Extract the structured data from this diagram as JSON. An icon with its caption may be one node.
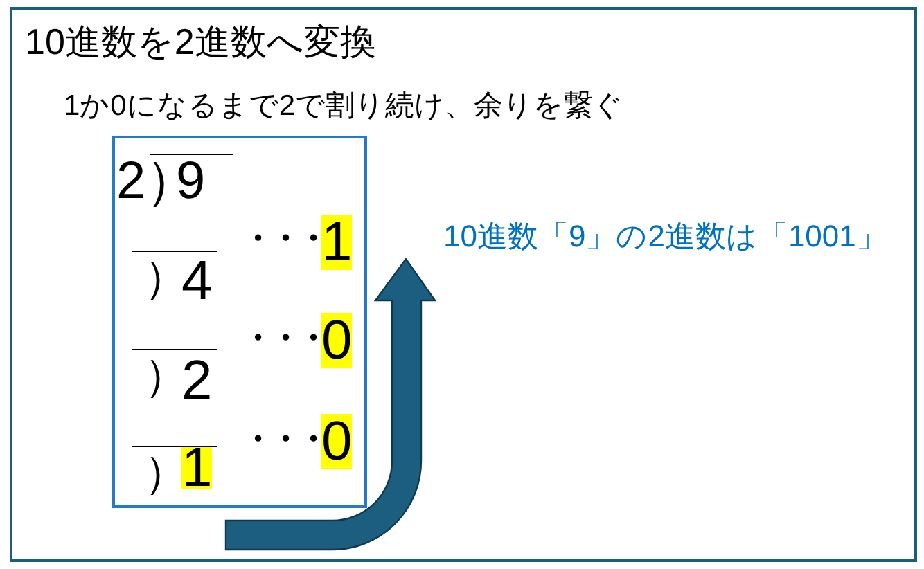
{
  "diagram": {
    "nodes": [
      {
        "text": [
          "10進数を2進数へ変換",
          "1か0になるまで2で割り続け、余りを繋ぐ"
        ]
      },
      {
        "text": [
          "2）",
          "9",
          "・・・",
          "1",
          "）",
          "4",
          "・・・",
          "0",
          "）",
          "2",
          "・・・",
          "0",
          "）",
          "1"
        ],
        "in": 0
      },
      {
        "text": [
          "10進数「9」の2進数は「1001」"
        ],
        "in": 0
      }
    ],
    "edges": [
      {
        "from": null,
        "to": 2,
        "arrow": "to"
      }
    ]
  }
}
